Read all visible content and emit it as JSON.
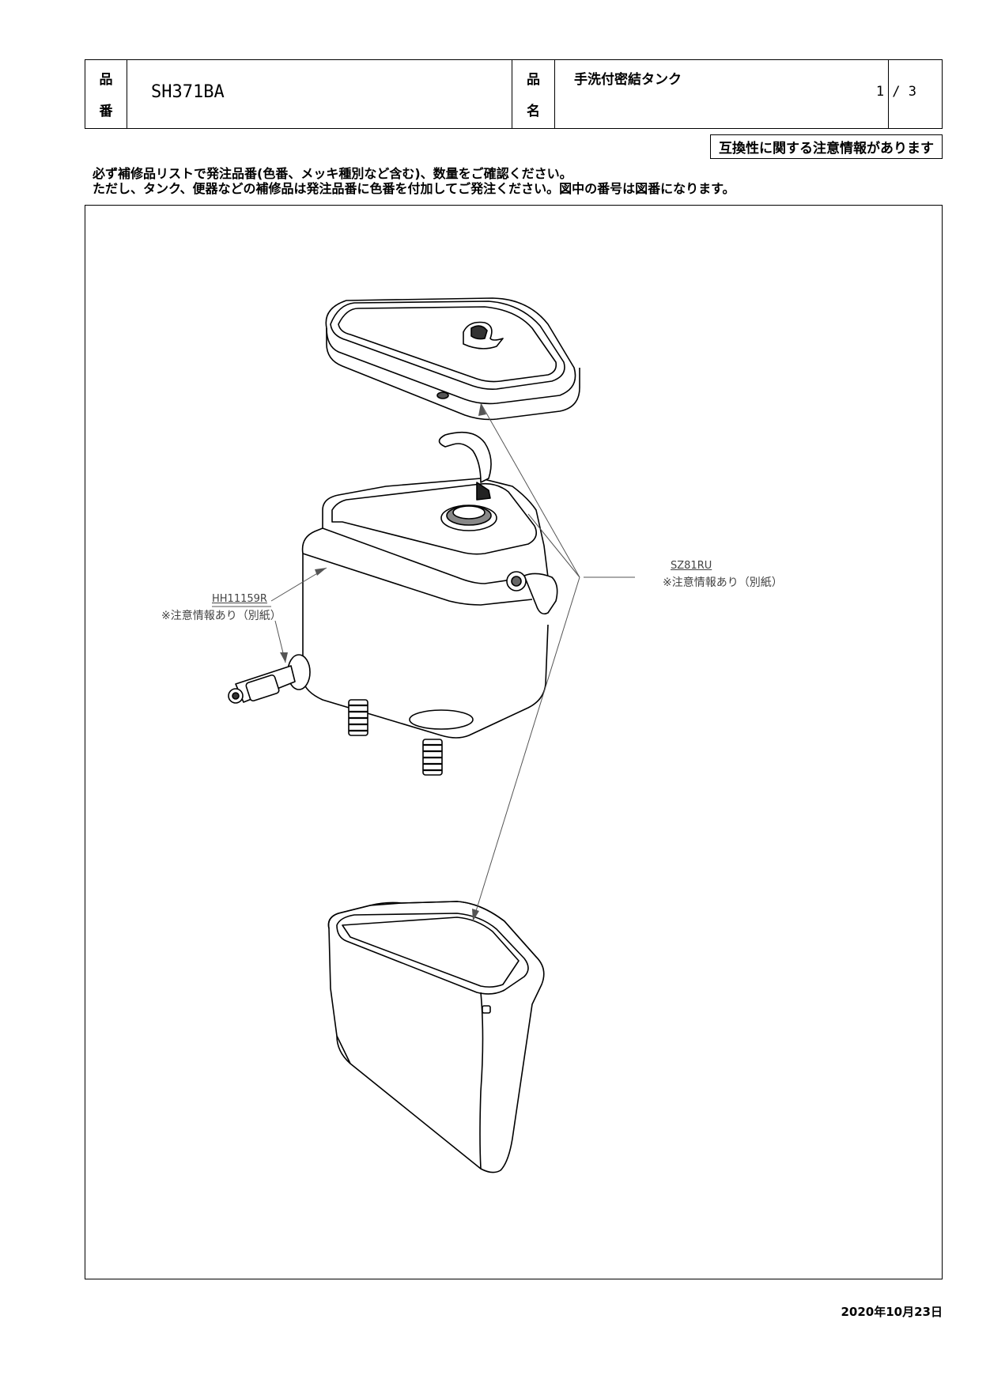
{
  "header": {
    "code_label_top": "品",
    "code_label_bottom": "番",
    "code_value": "SH371BA",
    "name_label_top": "品",
    "name_label_bottom": "名",
    "name_value": "手洗付密結タンク",
    "page": "1 / 3"
  },
  "notice": "互換性に関する注意情報があります",
  "instructions": {
    "line1": "必ず補修品リストで発注品番(色番、メッキ種別など含む)、数量をご確認ください。",
    "line2": "ただし、タンク、便器などの補修品は発注品番に色番を付加してご発注ください。図中の番号は図番になります。"
  },
  "callouts": [
    {
      "code": "HH11159R",
      "note": "※注意情報あり（別紙）"
    },
    {
      "code": "SZ81RU",
      "note": "※注意情報あり（別紙）"
    }
  ],
  "date": "2020年10月23日"
}
